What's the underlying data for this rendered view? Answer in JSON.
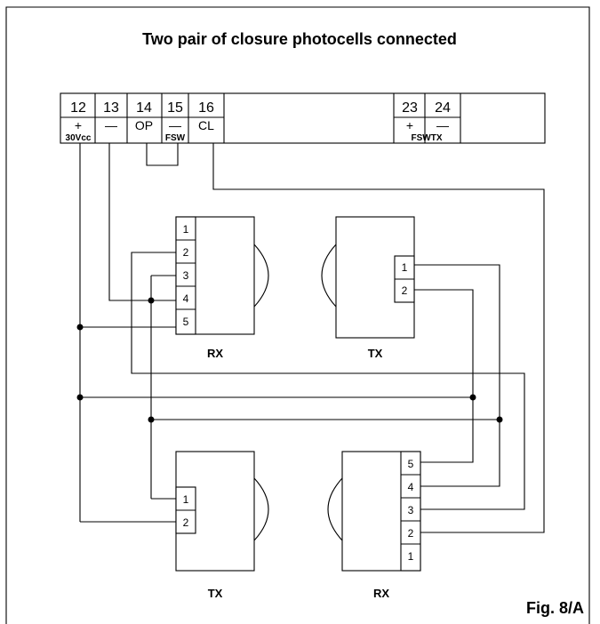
{
  "title": "Two  pair of  closure photocells connected",
  "terminal_block": {
    "numbers": [
      "12",
      "13",
      "14",
      "15",
      "16",
      "23",
      "24"
    ],
    "signs": {
      "t12": "+",
      "t13": "—",
      "t14": "OP",
      "t15": "—",
      "t16": "CL",
      "t23": "+",
      "t24": "—"
    },
    "group_labels": {
      "power": "30Vcc",
      "fsw": "FSW",
      "fswtx": "FSWTX"
    }
  },
  "devices": {
    "rx_top": {
      "label": "RX",
      "pins": [
        "1",
        "2",
        "3",
        "4",
        "5"
      ]
    },
    "tx_top": {
      "label": "TX",
      "pins": [
        "1",
        "2"
      ]
    },
    "tx_bottom": {
      "label": "TX",
      "pins": [
        "1",
        "2"
      ]
    },
    "rx_bottom": {
      "label": "RX",
      "pins": [
        "5",
        "4",
        "3",
        "2",
        "1"
      ]
    }
  },
  "figure_label": "Fig. 8/A"
}
